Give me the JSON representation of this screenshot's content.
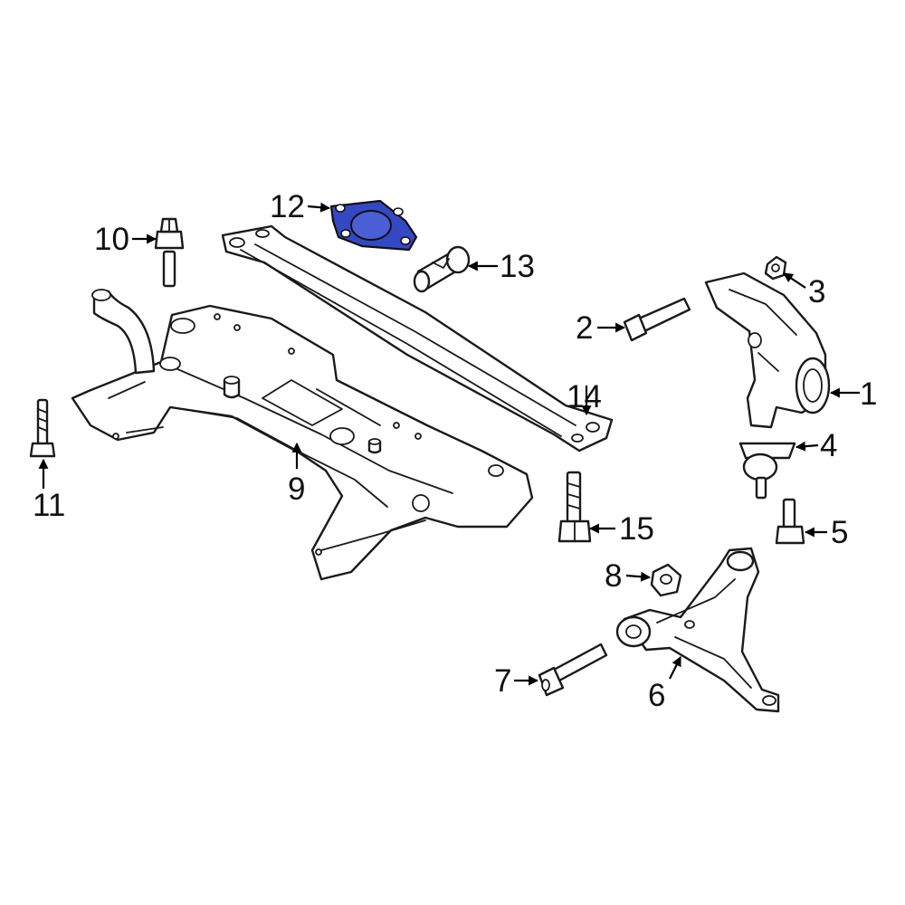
{
  "colors": {
    "line": "#1a1a1a",
    "highlight": "#3548c4",
    "background": "#ffffff"
  },
  "highlighted_part": "12",
  "callouts": [
    {
      "id": "c1",
      "label": "1"
    },
    {
      "id": "c2",
      "label": "2"
    },
    {
      "id": "c3",
      "label": "3"
    },
    {
      "id": "c4",
      "label": "4"
    },
    {
      "id": "c5",
      "label": "5"
    },
    {
      "id": "c6",
      "label": "6"
    },
    {
      "id": "c7",
      "label": "7"
    },
    {
      "id": "c8",
      "label": "8"
    },
    {
      "id": "c9",
      "label": "9"
    },
    {
      "id": "c10",
      "label": "10"
    },
    {
      "id": "c11",
      "label": "11"
    },
    {
      "id": "c12",
      "label": "12"
    },
    {
      "id": "c13",
      "label": "13"
    },
    {
      "id": "c14",
      "label": "14"
    },
    {
      "id": "c15",
      "label": "15"
    }
  ]
}
